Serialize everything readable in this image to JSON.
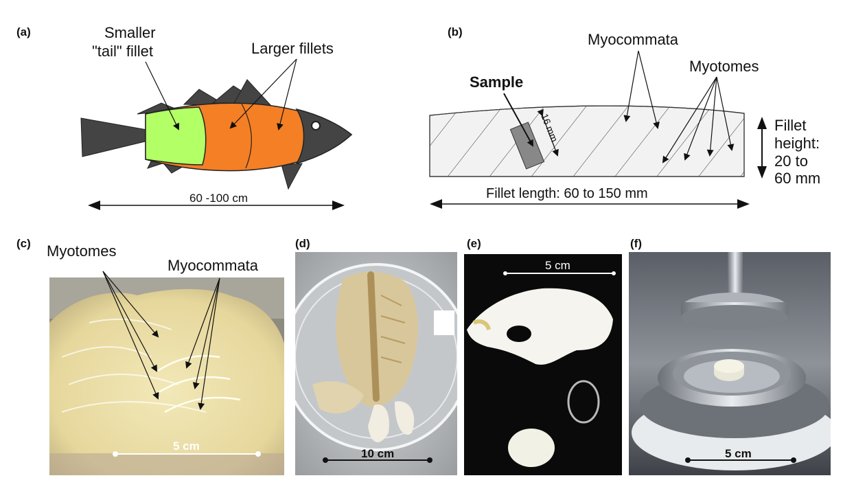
{
  "panels": {
    "a": {
      "tag": "(a)",
      "tail_label_line1": "Smaller",
      "tail_label_line2": "\"tail\" fillet",
      "larger_label": "Larger fillets",
      "length_label": "60 -100 cm",
      "colors": {
        "tail_fillet": "#b3ff66",
        "large_fillet": "#f47f25",
        "fins": "#444444"
      }
    },
    "b": {
      "tag": "(b)",
      "myocommata_label": "Myocommata",
      "myotomes_label": "Myotomes",
      "sample_label": "Sample",
      "sample_size": "16 mm",
      "height_line1": "Fillet",
      "height_line2": "height:",
      "height_line3": "20 to",
      "height_line4": "60 mm",
      "length_label": "Fillet length: 60 to 150 mm"
    },
    "c": {
      "tag": "(c)",
      "myotomes_label": "Myotomes",
      "myocommata_label": "Myocommata",
      "scale": "5 cm"
    },
    "d": {
      "tag": "(d)",
      "scale": "10 cm"
    },
    "e": {
      "tag": "(e)",
      "scale": "5 cm"
    },
    "f": {
      "tag": "(f)",
      "scale": "5 cm"
    }
  }
}
